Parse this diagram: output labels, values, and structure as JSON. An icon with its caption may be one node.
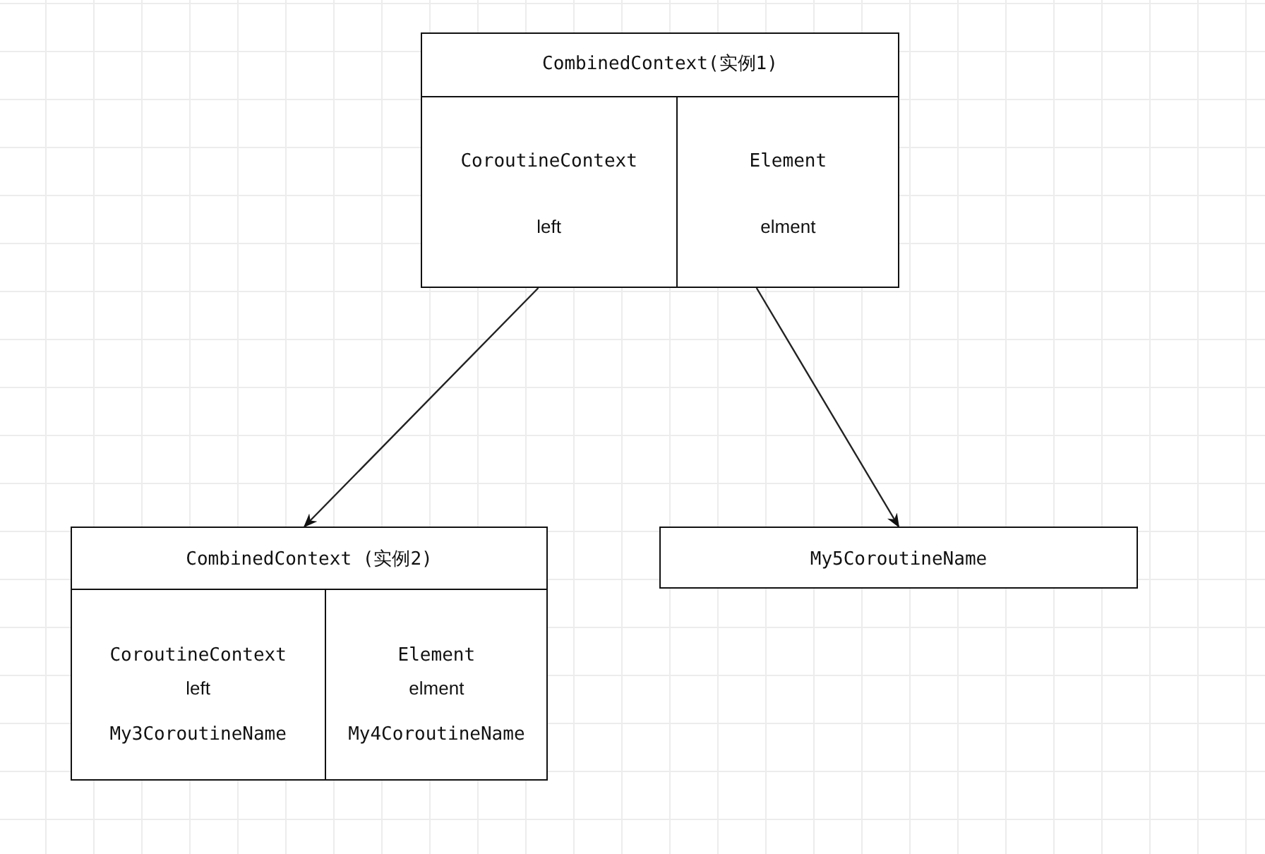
{
  "diagram": {
    "nodes": [
      {
        "text": [
          "CombinedContext(实例1)"
        ]
      },
      {
        "text": [
          "CoroutineContext",
          "left"
        ],
        "in": 0
      },
      {
        "text": [
          "Element",
          "elment"
        ],
        "in": 0
      },
      {
        "text": [
          "CombinedContext (实例2)"
        ]
      },
      {
        "text": [
          "CoroutineContext",
          "left",
          "My3CoroutineName"
        ],
        "in": 3
      },
      {
        "text": [
          "Element",
          "elment",
          "My4CoroutineName"
        ],
        "in": 3
      },
      {
        "text": [
          "My5CoroutineName"
        ]
      }
    ],
    "edges": [
      {
        "from": 1,
        "to": 3,
        "arrow": "to"
      },
      {
        "from": 2,
        "to": 6,
        "arrow": "to"
      }
    ]
  }
}
